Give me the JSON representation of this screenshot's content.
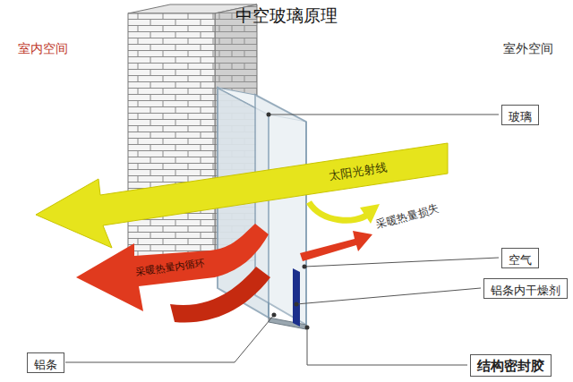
{
  "diagram": {
    "title": "中空玻璃原理",
    "nodes": [
      {
        "text": [
          "玻璃"
        ]
      },
      {
        "text": [
          "空气"
        ]
      },
      {
        "text": [
          "铝条内干燥剂"
        ]
      },
      {
        "text": [
          "铝条"
        ]
      },
      {
        "text": [
          "结构密封胶"
        ]
      }
    ],
    "labels": [
      "室内空间",
      "室外空间",
      "太阳光射线",
      "采暖热量损失",
      "采暖热量内循环"
    ]
  }
}
